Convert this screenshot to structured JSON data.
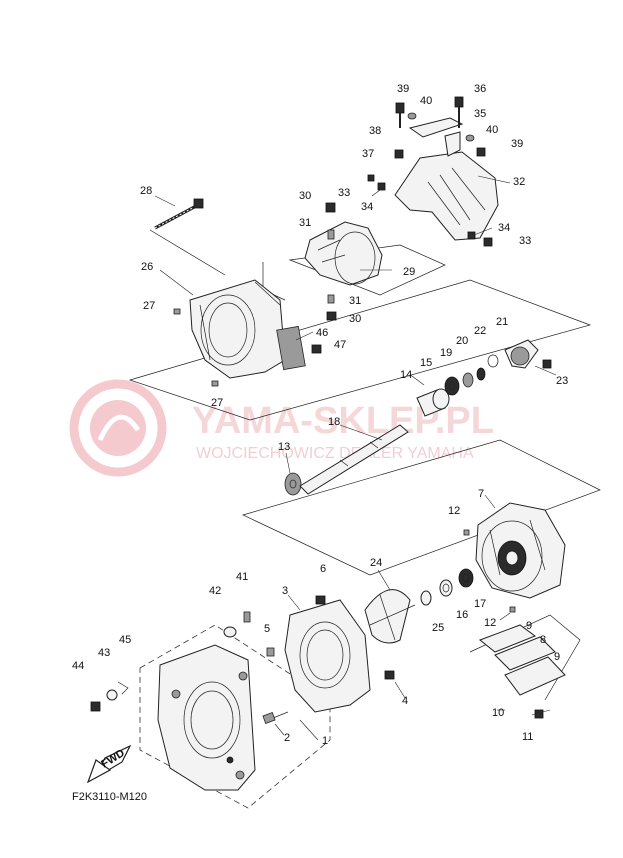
{
  "diagram_code": "F2K3110-M120",
  "fwd_label": "FWD",
  "watermark": {
    "brand": "YAMA-SKLEP.PL",
    "subtitle": "WOJCIECHOWICZ DEALER YAMAHA"
  },
  "callouts": {
    "c1": "1",
    "c2": "2",
    "c3": "3",
    "c4": "4",
    "c5": "5",
    "c6": "6",
    "c7": "7",
    "c8": "8",
    "c9a": "9",
    "c9b": "9",
    "c10": "10",
    "c11": "11",
    "c12a": "12",
    "c12b": "12",
    "c13": "13",
    "c14": "14",
    "c15": "15",
    "c16": "16",
    "c17": "17",
    "c18": "18",
    "c19": "19",
    "c20": "20",
    "c21": "21",
    "c22": "22",
    "c23": "23",
    "c24": "24",
    "c25": "25",
    "c26": "26",
    "c27a": "27",
    "c27b": "27",
    "c28": "28",
    "c29": "29",
    "c30a": "30",
    "c30b": "30",
    "c31a": "31",
    "c31b": "31",
    "c32": "32",
    "c33a": "33",
    "c33b": "33",
    "c34a": "34",
    "c34b": "34",
    "c35": "35",
    "c36": "36",
    "c37": "37",
    "c38": "38",
    "c39a": "39",
    "c39b": "39",
    "c40a": "40",
    "c40b": "40",
    "c41": "41",
    "c42": "42",
    "c43": "43",
    "c44": "44",
    "c45": "45",
    "c46": "46",
    "c47": "47"
  }
}
